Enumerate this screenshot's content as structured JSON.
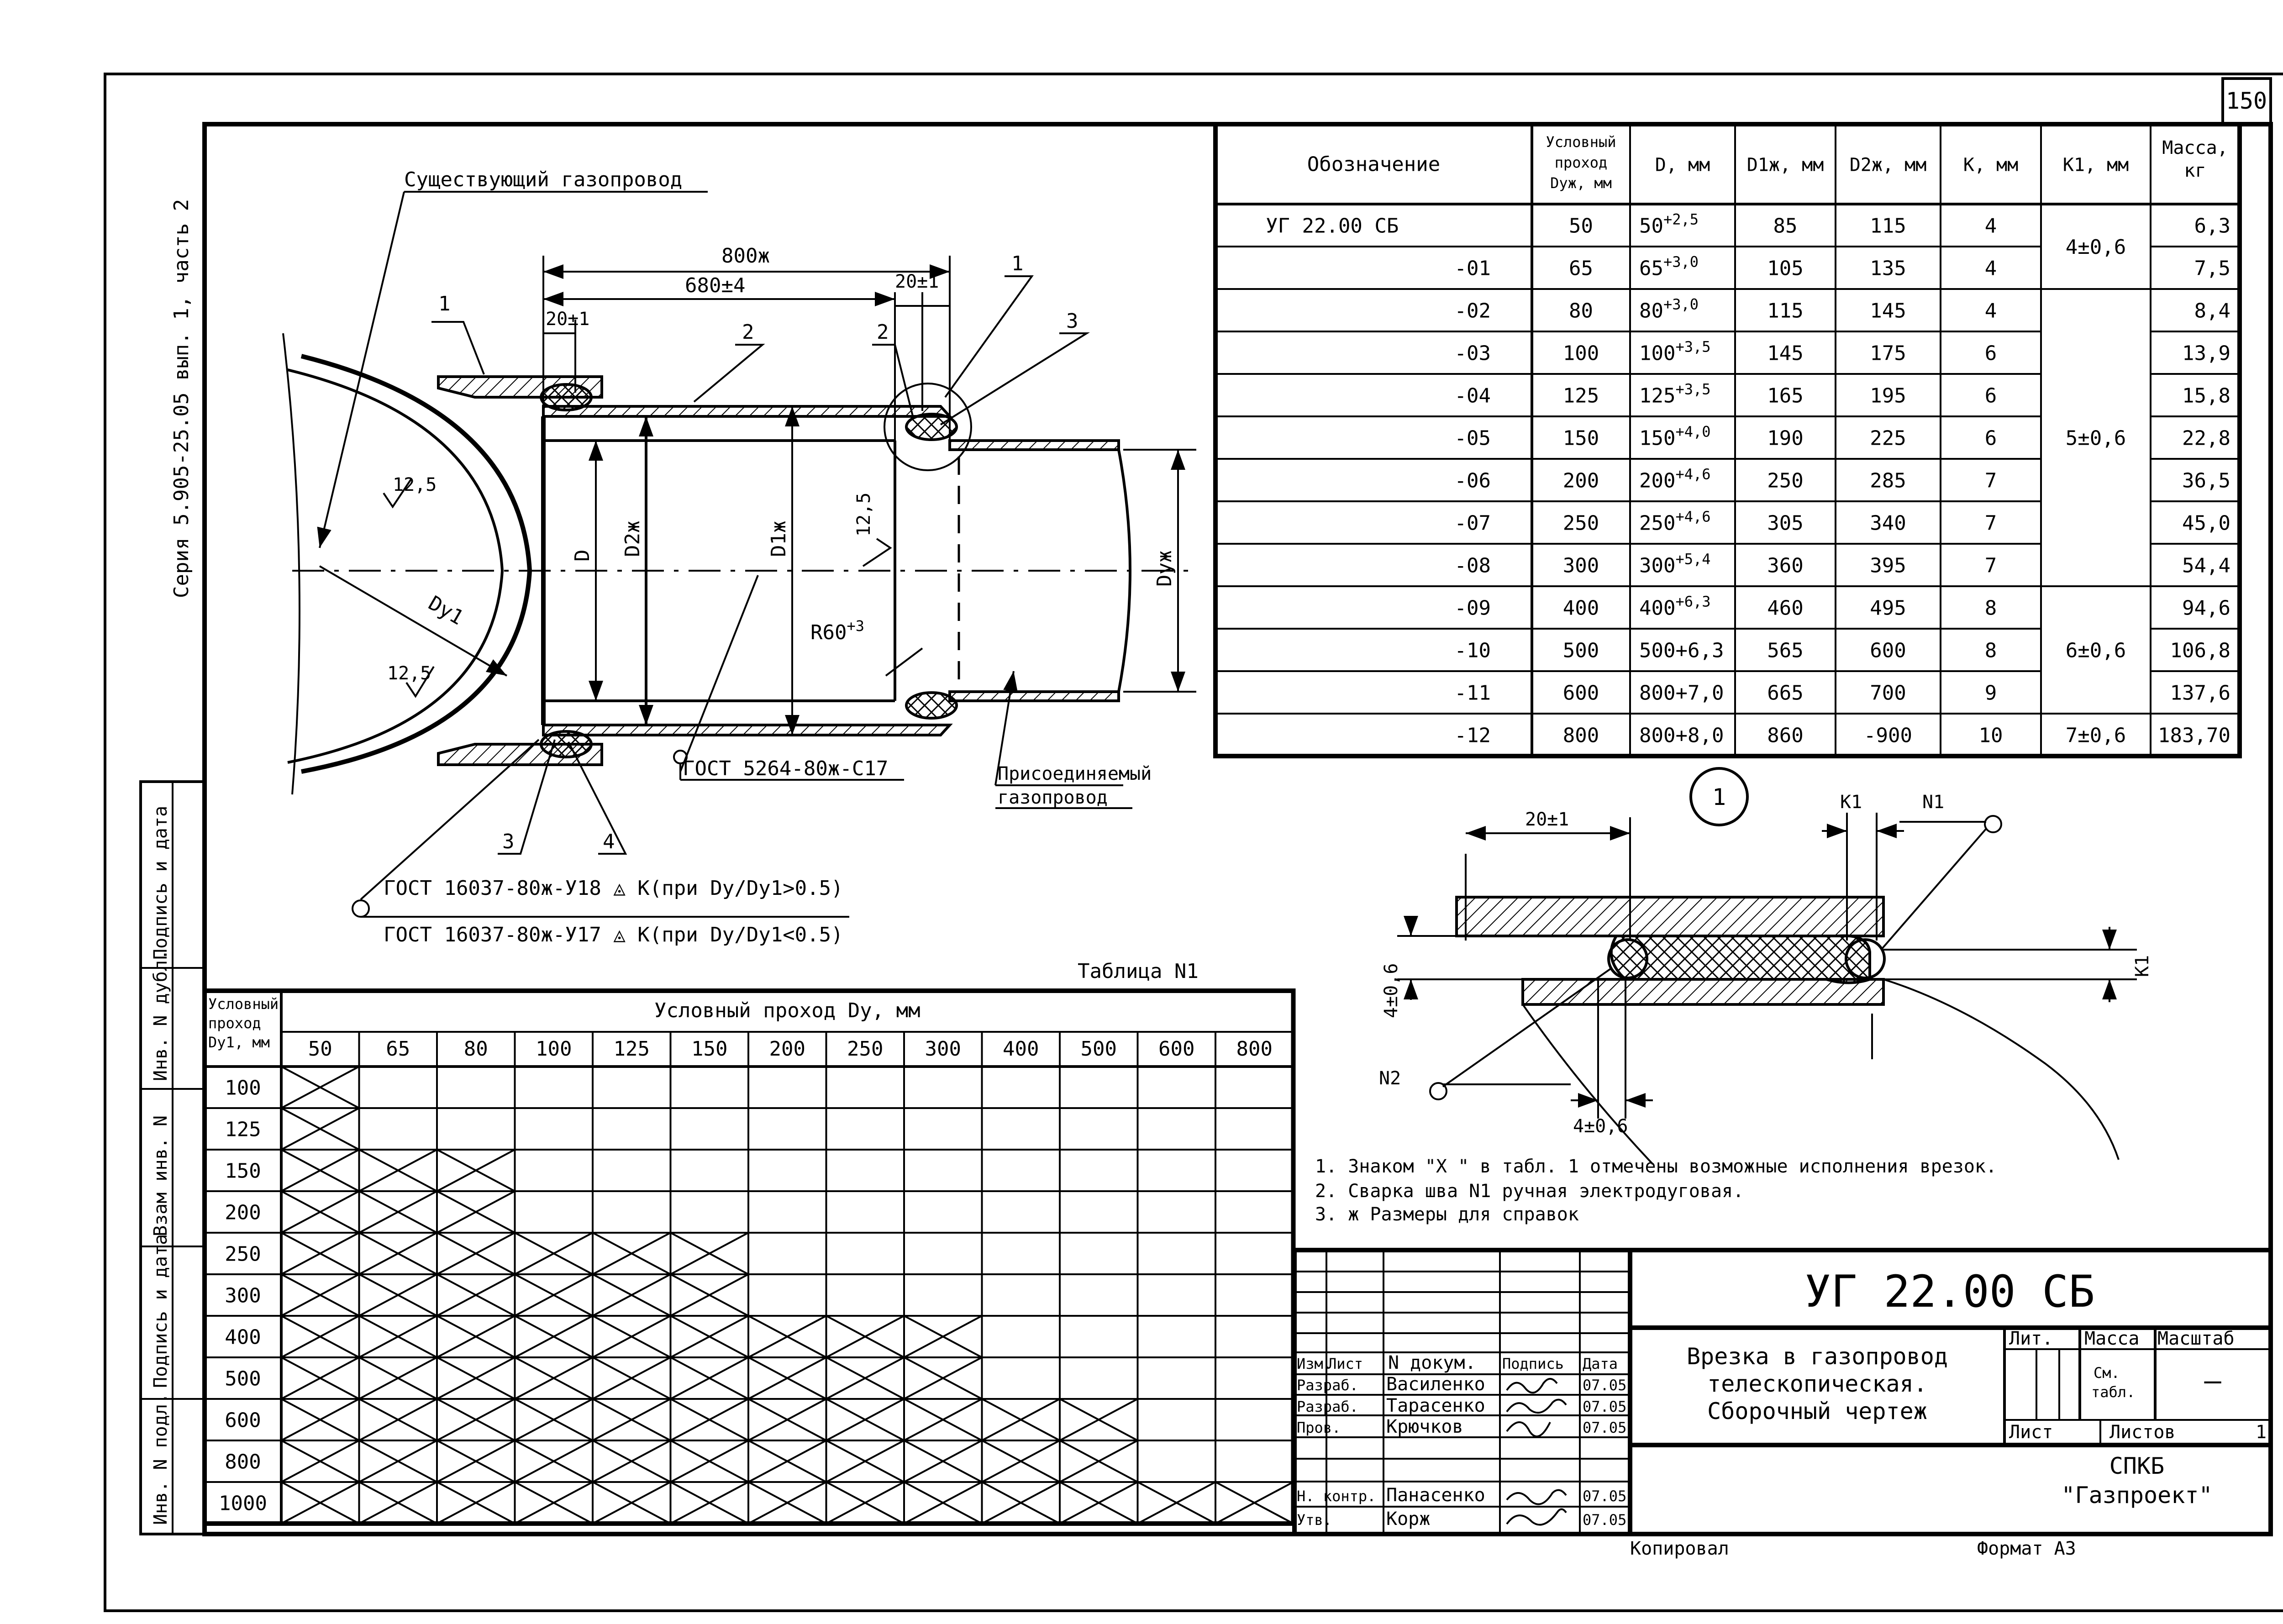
{
  "sheet_number": "150",
  "series": "Серия 5.905-25.05 вып. 1, часть 2",
  "drawing": {
    "callout_existing_pipe": "Существующий газопровод",
    "callout_connected_pipe_l1": "Присоединяемый",
    "callout_connected_pipe_l2": "газопровод",
    "dim_800": "800ж",
    "dim_680": "680±4",
    "dim_20_left": "20±1",
    "dim_20_right": "20±1",
    "pos_1_left": "1",
    "pos_1_right": "1",
    "pos_2_mid": "2",
    "pos_2_right": "2",
    "pos_3_right": "3",
    "pos_3_bottom": "3",
    "pos_4_bottom": "4",
    "rough_1": "12,5",
    "rough_2": "12,5",
    "rough_3": "12,5",
    "label_D": "D",
    "label_D2": "D2ж",
    "label_D1": "D1ж",
    "label_Dy": "Dyж",
    "label_Dy1": "Dy1",
    "label_R60": "R60",
    "label_R60_sup": "+3",
    "gost_5264": "ГОСТ 5264-80ж-С17",
    "gost_y18": "ГОСТ 16037-80ж-У18 ◬ К(при Dy/Dy1>0.5)",
    "gost_y17": "ГОСТ 16037-80ж-У17 ◬ К(при Dy/Dy1<0.5)"
  },
  "detail": {
    "number": "1",
    "dim_20": "20±1",
    "label_K1_top": "K1",
    "label_N1": "N1",
    "label_N2": "N2",
    "dim_4_left": "4±0,6",
    "dim_4_bottom": "4±0,6",
    "label_K1_right": "K1"
  },
  "spec_table": {
    "headers": [
      "Обозначение",
      "Условный проход Dyж, мм",
      "D, мм",
      "D1ж, мм",
      "D2ж, мм",
      "K, мм",
      "K1, мм",
      "Масса, кг"
    ],
    "header_dy_lines": [
      "Условный",
      "проход",
      "Dyж, мм"
    ],
    "header_mass_lines": [
      "Масса,",
      "кг"
    ],
    "rows": [
      {
        "des": "УГ 22.00 СБ",
        "dy": "50",
        "d": "50",
        "d_sup": "+2,5",
        "d1": "85",
        "d2": "115",
        "k": "4",
        "m": "6,3"
      },
      {
        "des": "-01",
        "dy": "65",
        "d": "65",
        "d_sup": "+3,0",
        "d1": "105",
        "d2": "135",
        "k": "4",
        "m": "7,5"
      },
      {
        "des": "-02",
        "dy": "80",
        "d": "80",
        "d_sup": "+3,0",
        "d1": "115",
        "d2": "145",
        "k": "4",
        "m": "8,4"
      },
      {
        "des": "-03",
        "dy": "100",
        "d": "100",
        "d_sup": "+3,5",
        "d1": "145",
        "d2": "175",
        "k": "6",
        "m": "13,9"
      },
      {
        "des": "-04",
        "dy": "125",
        "d": "125",
        "d_sup": "+3,5",
        "d1": "165",
        "d2": "195",
        "k": "6",
        "m": "15,8"
      },
      {
        "des": "-05",
        "dy": "150",
        "d": "150",
        "d_sup": "+4,0",
        "d1": "190",
        "d2": "225",
        "k": "6",
        "m": "22,8"
      },
      {
        "des": "-06",
        "dy": "200",
        "d": "200",
        "d_sup": "+4,6",
        "d1": "250",
        "d2": "285",
        "k": "7",
        "m": "36,5"
      },
      {
        "des": "-07",
        "dy": "250",
        "d": "250",
        "d_sup": "+4,6",
        "d1": "305",
        "d2": "340",
        "k": "7",
        "m": "45,0"
      },
      {
        "des": "-08",
        "dy": "300",
        "d": "300",
        "d_sup": "+5,4",
        "d1": "360",
        "d2": "395",
        "k": "7",
        "m": "54,4"
      },
      {
        "des": "-09",
        "dy": "400",
        "d": "400",
        "d_sup": "+6,3",
        "d1": "460",
        "d2": "495",
        "k": "8",
        "m": "94,6"
      },
      {
        "des": "-10",
        "dy": "500",
        "d": "500+6,3",
        "d_sup": "",
        "d1": "565",
        "d2": "600",
        "k": "8",
        "m": "106,8"
      },
      {
        "des": "-11",
        "dy": "600",
        "d": "800+7,0",
        "d_sup": "",
        "d1": "665",
        "d2": "700",
        "k": "9",
        "m": "137,6"
      },
      {
        "des": "-12",
        "dy": "800",
        "d": "800+8,0",
        "d_sup": "",
        "d1": "860",
        "d2": "-900",
        "k": "10",
        "m": "183,70"
      }
    ],
    "k1_groups": [
      {
        "value": "4±0,6",
        "from": 0,
        "to": 1
      },
      {
        "value": "5±0,6",
        "from": 2,
        "to": 8
      },
      {
        "value": "6±0,6",
        "from": 9,
        "to": 11
      },
      {
        "value": "7±0,6",
        "from": 12,
        "to": 12
      }
    ]
  },
  "table_n1": {
    "caption": "Таблица N1",
    "corner_lines": [
      "Условный",
      "проход",
      "Dy1, мм"
    ],
    "col_group_header": "Условный проход Dy, мм",
    "columns": [
      "50",
      "65",
      "80",
      "100",
      "125",
      "150",
      "200",
      "250",
      "300",
      "400",
      "500",
      "600",
      "800"
    ],
    "rows": [
      "100",
      "125",
      "150",
      "200",
      "250",
      "300",
      "400",
      "500",
      "600",
      "800",
      "1000"
    ],
    "marked_counts": [
      1,
      1,
      3,
      3,
      6,
      6,
      9,
      9,
      11,
      11,
      13
    ]
  },
  "notes": [
    "1. Знаком \"X \" в табл. 1 отмечены возможные исполнения врезок.",
    "2. Сварка шва N1 ручная электродуговая.",
    "3. ж Размеры для справок"
  ],
  "title_block": {
    "doc_code": "УГ 22.00 СБ",
    "title_lines": [
      "Врезка в газопровод",
      "телескопическая.",
      "Сборочный чертеж"
    ],
    "col_headers": [
      "Изм.",
      "Лист",
      "N докум.",
      "Подпись",
      "Дата"
    ],
    "signers": [
      {
        "role": "Разраб.",
        "name": "Василенко",
        "date": "07.05"
      },
      {
        "role": "Разраб.",
        "name": "Тарасенко",
        "date": "07.05"
      },
      {
        "role": "Пров.",
        "name": "Крючков",
        "date": "07.05"
      },
      {
        "role": "Н. контр.",
        "name": "Панасенко",
        "date": "07.05"
      },
      {
        "role": "Утв.",
        "name": "Корж",
        "date": "07.05"
      }
    ],
    "lit_label": "Лит.",
    "mass_label": "Масса",
    "scale_label": "Масштаб",
    "mass_value_lines": [
      "См.",
      "табл."
    ],
    "scale_value": "—",
    "sheet_label": "Лист",
    "sheets_label": "Листов",
    "sheets_value": "1",
    "org_lines": [
      "СПКБ",
      "\"Газпроект\""
    ],
    "copied": "Копировал",
    "format": "Формат А3"
  },
  "side_stamps": [
    "Инв. N подл.",
    "Подпись и дата",
    "Взам инв. N",
    "Инв. N дубл.",
    "Подпись и дата"
  ]
}
